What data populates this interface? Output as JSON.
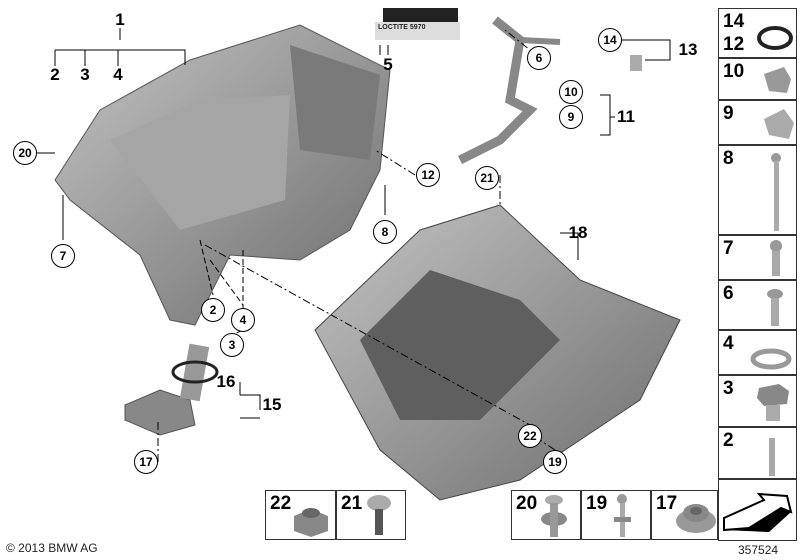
{
  "diagram": {
    "plain_labels": [
      "1",
      "2",
      "3",
      "4",
      "5",
      "18",
      "11",
      "13",
      "16",
      "15"
    ],
    "circled_labels": [
      "20",
      "7",
      "8",
      "12",
      "6",
      "14",
      "10",
      "9",
      "21",
      "2",
      "4",
      "3",
      "17",
      "22",
      "19"
    ],
    "tube_label": "LOCTITE 5970",
    "side_parts": [
      "14",
      "12",
      "10",
      "9",
      "8",
      "7",
      "6",
      "4",
      "3",
      "2"
    ],
    "bottom_parts": [
      "22",
      "21",
      "20",
      "19",
      "17"
    ],
    "part_color": "#8a8a8a"
  },
  "footer": {
    "copyright": "© 2013 BMW AG",
    "diagram_number": "357524"
  }
}
